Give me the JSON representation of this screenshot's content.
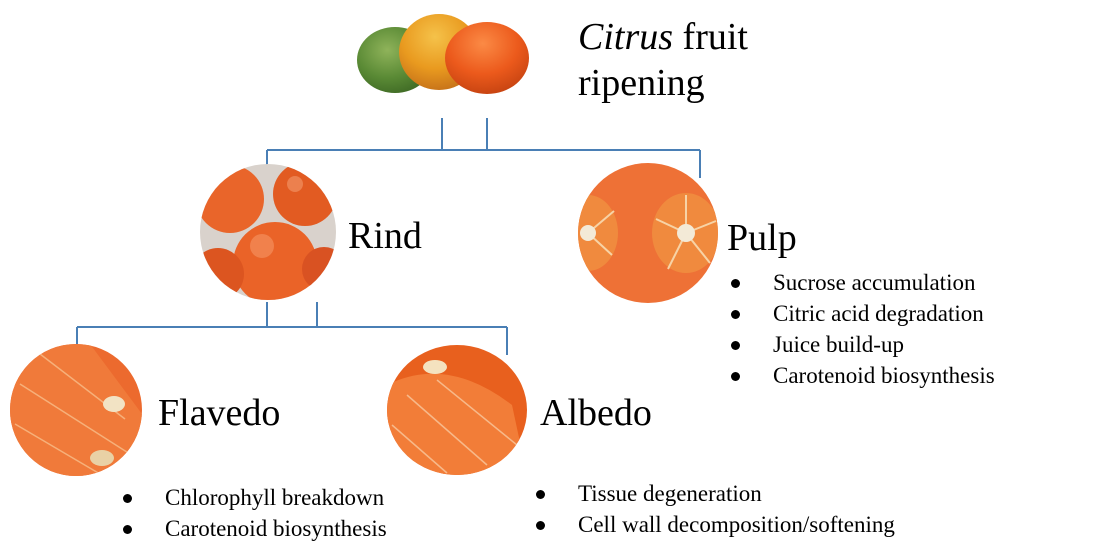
{
  "title": {
    "italic": "Citrus",
    "rest": " fruit",
    "line2": "ripening"
  },
  "nodes": {
    "rind": {
      "label": "Rind"
    },
    "pulp": {
      "label": "Pulp",
      "bullets": [
        "Sucrose accumulation",
        "Citric acid degradation",
        "Juice build-up",
        "Carotenoid biosynthesis"
      ]
    },
    "flavedo": {
      "label": "Flavedo",
      "bullets": [
        "Chlorophyll breakdown",
        "Carotenoid biosynthesis"
      ]
    },
    "albedo": {
      "label": "Albedo",
      "bullets": [
        "Tissue degeneration",
        "Cell wall decomposition/softening"
      ]
    }
  },
  "colors": {
    "connector": "#4a7fb5",
    "orange": "#e8631f"
  }
}
